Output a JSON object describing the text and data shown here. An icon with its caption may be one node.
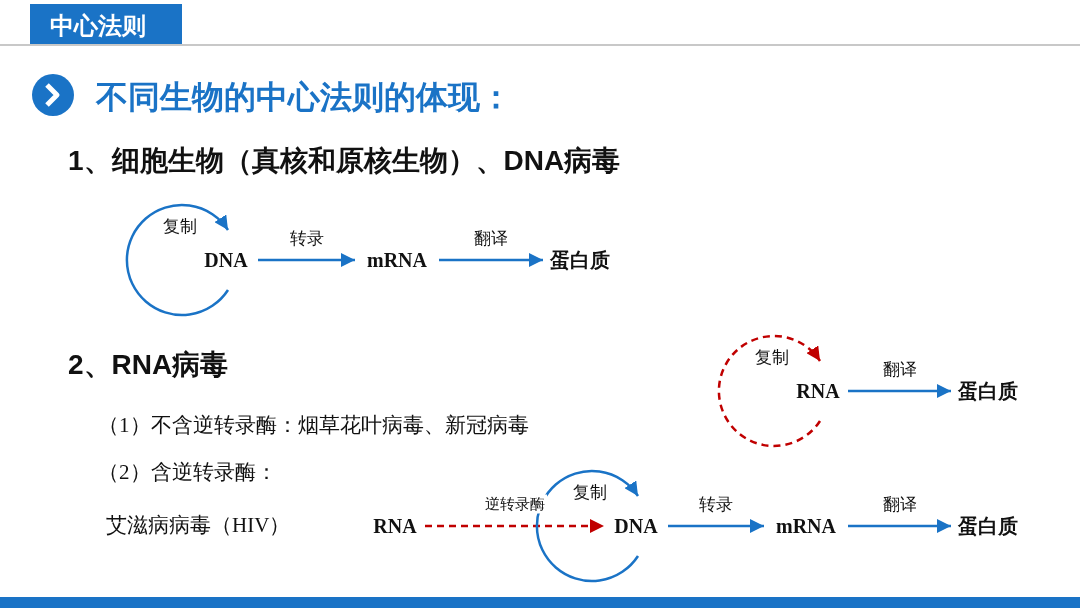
{
  "diagram": {
    "title": "不同生物的中心法则的体现：",
    "nodes": [
      {
        "text": [
          "DNA"
        ]
      },
      {
        "text": [
          "mRNA"
        ]
      },
      {
        "text": [
          "蛋白质"
        ]
      },
      {
        "text": [
          "RNA"
        ]
      },
      {
        "text": [
          "蛋白质"
        ]
      },
      {
        "text": [
          "RNA"
        ]
      },
      {
        "text": [
          "DNA"
        ]
      },
      {
        "text": [
          "mRNA"
        ]
      },
      {
        "text": [
          "蛋白质"
        ]
      }
    ],
    "edges": [
      {
        "from": 0,
        "to": 0,
        "arrow": "to",
        "label": "复制"
      },
      {
        "from": 0,
        "to": 1,
        "arrow": "to",
        "label": "转录"
      },
      {
        "from": 1,
        "to": 2,
        "arrow": "to",
        "label": "翻译"
      },
      {
        "from": 3,
        "to": 3,
        "arrow": "to",
        "label": "复制",
        "style": "dashed",
        "color": "#c00000"
      },
      {
        "from": 3,
        "to": 4,
        "arrow": "to",
        "label": "翻译"
      },
      {
        "from": 5,
        "to": 6,
        "arrow": "to",
        "label": "逆转录酶",
        "style": "dashed",
        "color": "#c00000"
      },
      {
        "from": 6,
        "to": 6,
        "arrow": "to",
        "label": "复制"
      },
      {
        "from": 6,
        "to": 7,
        "arrow": "to",
        "label": "转录"
      },
      {
        "from": 7,
        "to": 8,
        "arrow": "to",
        "label": "翻译"
      }
    ],
    "labels": [
      "中心法则",
      "1、细胞生物（真核和原核生物）、DNA病毒",
      "2、RNA病毒",
      "（1）不含逆转录酶：烟草花叶病毒、新冠病毒",
      "（2）含逆转录酶：",
      "艾滋病病毒（HIV）"
    ]
  }
}
